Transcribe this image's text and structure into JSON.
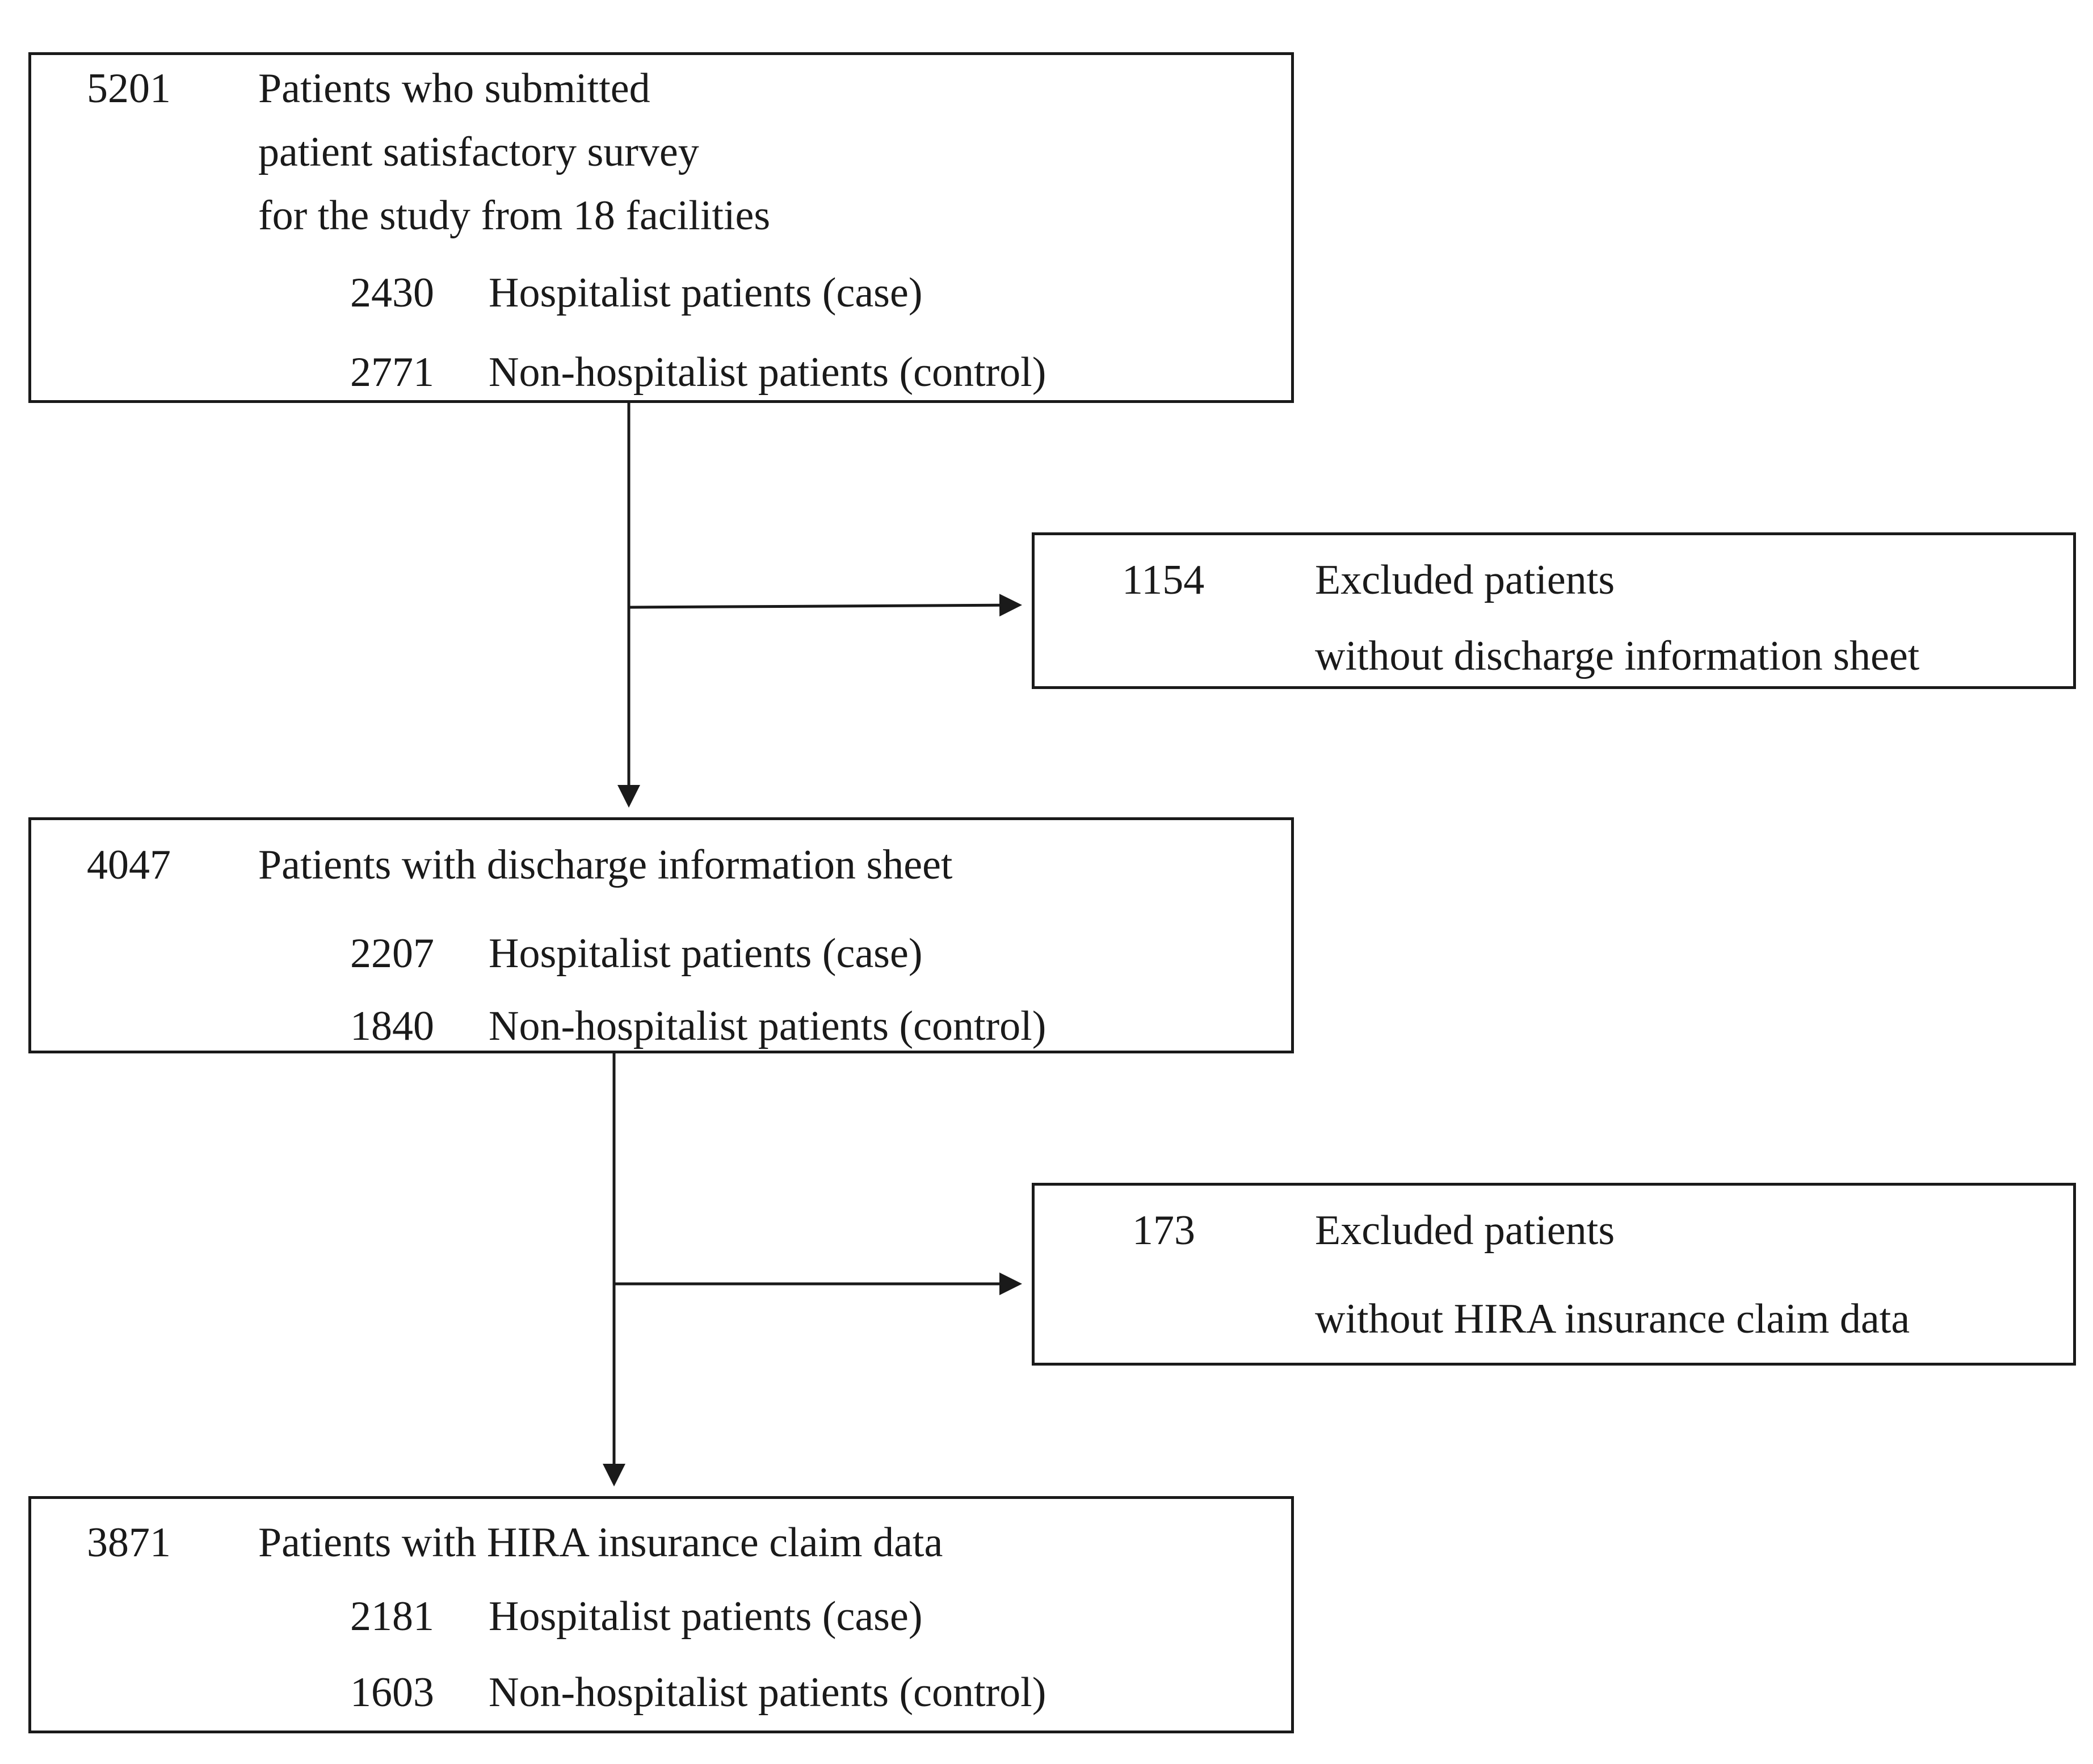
{
  "boxes": [
    {
      "count": "5201",
      "lines": [
        "Patients who submitted",
        "patient satisfactory survey",
        "for the study from 18 facilities"
      ],
      "sub": [
        {
          "count": "2430",
          "label": "Hospitalist patients (case)"
        },
        {
          "count": "2771",
          "label": "Non-hospitalist patients (control)"
        }
      ]
    },
    {
      "count": "1154",
      "lines": [
        "Excluded patients",
        "without discharge information sheet"
      ]
    },
    {
      "count": "4047",
      "lines": [
        "Patients with discharge information sheet"
      ],
      "sub": [
        {
          "count": "2207",
          "label": "Hospitalist patients (case)"
        },
        {
          "count": "1840",
          "label": "Non-hospitalist patients (control)"
        }
      ]
    },
    {
      "count": "173",
      "lines": [
        "Excluded patients",
        "without HIRA insurance claim data"
      ]
    },
    {
      "count": "3871",
      "lines": [
        "Patients with HIRA insurance claim data"
      ],
      "sub": [
        {
          "count": "2181",
          "label": "Hospitalist patients (case)"
        },
        {
          "count": "1603",
          "label": "Non-hospitalist patients (control)"
        }
      ]
    }
  ],
  "colors": {
    "stroke": "#1a1a1a",
    "background": "#ffffff"
  }
}
